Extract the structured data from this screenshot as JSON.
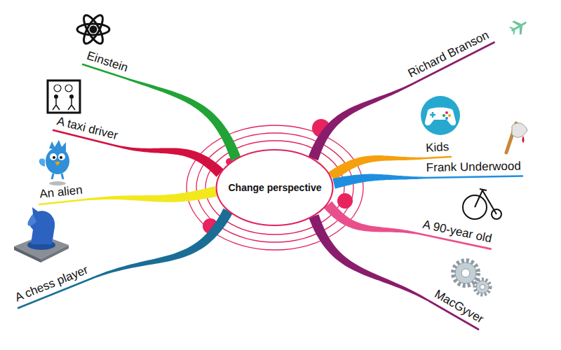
{
  "diagram": {
    "nodes": [
      {
        "text": [
          "Change perspective"
        ]
      },
      {
        "text": [
          "Einstein"
        ]
      },
      {
        "text": [
          "A taxi driver"
        ]
      },
      {
        "text": [
          "An alien"
        ]
      },
      {
        "text": [
          "A chess player"
        ]
      },
      {
        "text": [
          "Richard Branson"
        ]
      },
      {
        "text": [
          "Kids"
        ]
      },
      {
        "text": [
          "Frank Underwood"
        ]
      },
      {
        "text": [
          "A 90-year old"
        ]
      },
      {
        "text": [
          "MacGyver"
        ]
      }
    ],
    "edges": [
      {
        "from": 0,
        "to": 1,
        "arrow": "none"
      },
      {
        "from": 0,
        "to": 2,
        "arrow": "none"
      },
      {
        "from": 0,
        "to": 3,
        "arrow": "none"
      },
      {
        "from": 0,
        "to": 4,
        "arrow": "none"
      },
      {
        "from": 0,
        "to": 5,
        "arrow": "none"
      },
      {
        "from": 0,
        "to": 6,
        "arrow": "none"
      },
      {
        "from": 0,
        "to": 7,
        "arrow": "none"
      },
      {
        "from": 0,
        "to": 8,
        "arrow": "none"
      },
      {
        "from": 0,
        "to": 9,
        "arrow": "none"
      }
    ]
  }
}
